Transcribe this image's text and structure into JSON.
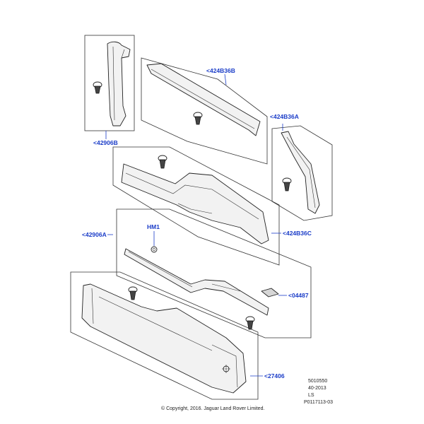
{
  "callouts": {
    "c424B36B": "<424B36B",
    "c424B36A": "<424B36A",
    "c42906B": "<42906B",
    "c42906A": "<42906A",
    "cHM1": "HM1",
    "c424B36C": "<424B36C",
    "c04487": "<04487",
    "c27406": "<27406"
  },
  "meta": {
    "code1": "5010550",
    "code2": "40-2013",
    "code3": "LS",
    "code4": "P0117113-03"
  },
  "copyright": "© Copyright, 2016. Jaguar Land Rover Limited.",
  "colors": {
    "callout": "#1a3cc8",
    "line": "#222222",
    "part_fill": "#f2f2f2"
  }
}
